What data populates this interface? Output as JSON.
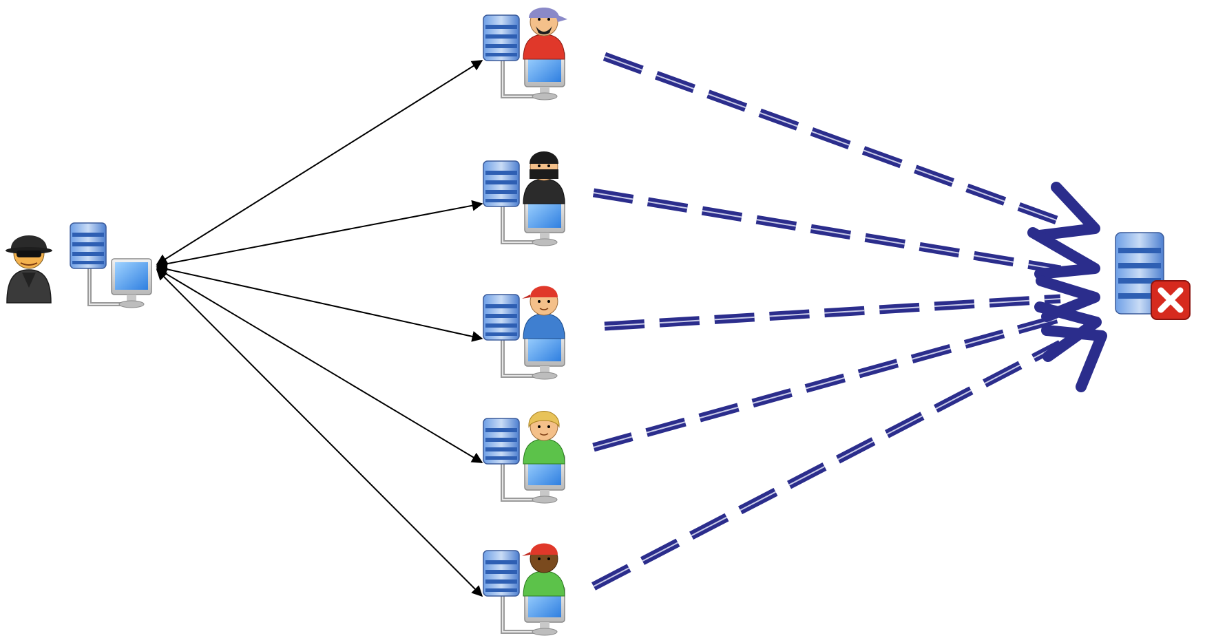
{
  "diagram": {
    "type": "ddos-attack-network",
    "attacker": {
      "role": "attacker",
      "icon": "masked-hacker-icon",
      "computer_icon": "workstation-icon"
    },
    "zombies": [
      {
        "role": "zombie",
        "icon": "pirate-user-icon",
        "shirt": "#e0382a",
        "hat": "#8a89c8",
        "skin": "#f4c08a"
      },
      {
        "role": "zombie",
        "icon": "masked-user-icon",
        "shirt": "#2b2b2b",
        "hat": "#1c1c1c",
        "skin": "#f4c08a"
      },
      {
        "role": "zombie",
        "icon": "user-red-cap-icon",
        "shirt": "#3f7fd0",
        "hat": "#e0382a",
        "skin": "#f4c08a"
      },
      {
        "role": "zombie",
        "icon": "user-blonde-icon",
        "shirt": "#5cc24a",
        "hat": "#e8c35a",
        "skin": "#f4c08a"
      },
      {
        "role": "zombie",
        "icon": "user-red-cap-icon",
        "shirt": "#5cc24a",
        "hat": "#e0382a",
        "skin": "#7a4a1e"
      }
    ],
    "victim": {
      "role": "target-server",
      "icon": "server-error-icon",
      "status_color": "#d62a1e"
    },
    "colors": {
      "control_link": "#000000",
      "attack_flow": "#2b2d8c",
      "server_blue": "#4d7fd0",
      "monitor_blue": "#3a8ee6"
    }
  }
}
